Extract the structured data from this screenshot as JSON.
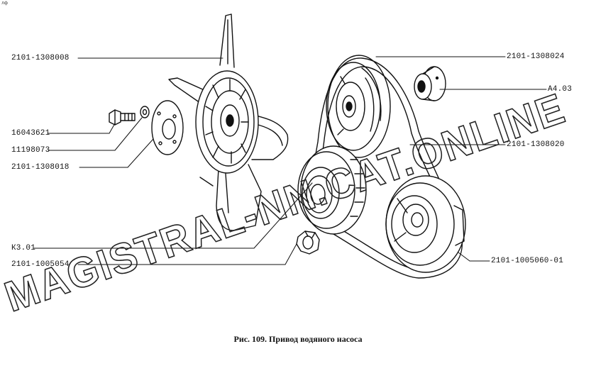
{
  "corner_mark": "лф",
  "labels": {
    "fan": "2101-1308008",
    "bolt": "16043621",
    "washer": "11198073",
    "hub_plate": "2101-1308018",
    "k301": "К3.01",
    "k301_part": "2101-1005054",
    "spacer": "2101-1308024",
    "a403": "А4.03",
    "belt": "2101-1308020",
    "crank_pulley": "2101-1005060-01"
  },
  "caption": "Рис. 109. Привод водяного насоса",
  "watermark": "MAGISTRAL-NN.CAT.ONLINE"
}
